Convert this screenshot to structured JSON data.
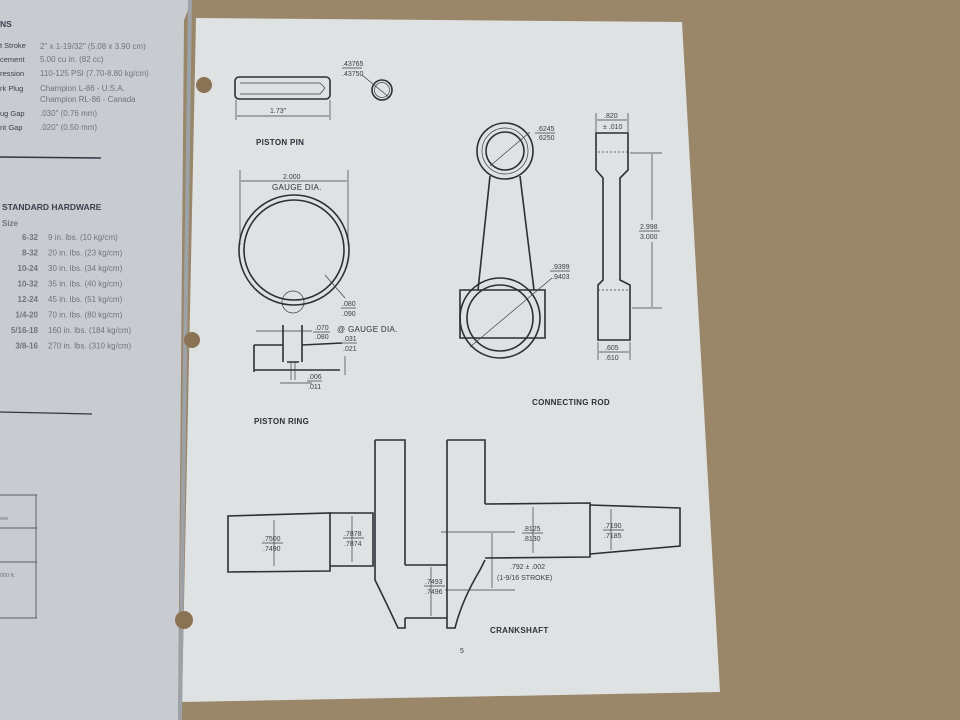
{
  "left_page": {
    "heading": "NS",
    "specs": [
      {
        "label": "t Stroke",
        "value": "2\" x 1-19/32\" (5.08 x 3.90 cm)"
      },
      {
        "label": "cement",
        "value": "5.00 cu in. (82 cc)"
      },
      {
        "label": "ression",
        "value": "110-125 PSI (7.70-8.80 kg/cm)"
      },
      {
        "label": "rk Plug",
        "value": "Champion L-86 - U.S.A.",
        "value2": "Champion RL-86 - Canada"
      },
      {
        "label": "ug Gap",
        "value": ".030\" (0.76 mm)"
      },
      {
        "label": "nt Gap",
        "value": ".020\" (0.50 mm)"
      }
    ],
    "hardware": {
      "title": "STANDARD HARDWARE",
      "size_header": "Size",
      "rows": [
        {
          "size": "6-32",
          "torque": "9 in. lbs. (10 kg/cm)"
        },
        {
          "size": "8-32",
          "torque": "20 in. lbs. (23 kg/cm)"
        },
        {
          "size": "10-24",
          "torque": "30 in. lbs. (34 kg/cm)"
        },
        {
          "size": "10-32",
          "torque": "35 in. lbs. (40 kg/cm)"
        },
        {
          "size": "12-24",
          "torque": "45 in. lbs. (51 kg/cm)"
        },
        {
          "size": "1/4-20",
          "torque": "70 in. lbs. (80 kg/cm)"
        },
        {
          "size": "5/16-18",
          "torque": "160 in. lbs. (184 kg/cm)"
        },
        {
          "size": "3/8-16",
          "torque": "270 in. lbs. (310 kg/cm)"
        }
      ]
    },
    "table_fragments": [
      "wer",
      "000 ft."
    ]
  },
  "right_page": {
    "piston_pin": {
      "caption": "PISTON PIN",
      "length": "1.73\"",
      "dia_max": ".43765",
      "dia_min": ".43750"
    },
    "piston_ring": {
      "caption": "PISTON RING",
      "gauge_value": "2.000",
      "gauge_label": "GAUGE DIA.",
      "gap_a": ".080",
      "gap_b": ".090",
      "end_gap_a": ".070",
      "end_gap_b": ".080",
      "end_gap_note": "@ GAUGE DIA.",
      "width_a": ".031",
      "width_b": ".021",
      "side_a": ".006",
      "side_b": ".011"
    },
    "connecting_rod": {
      "caption": "CONNECTING ROD",
      "small_end_a": ".6245",
      "small_end_b": ".6250",
      "big_end_a": ".9399",
      "big_end_b": ".9403",
      "top_width": ".820",
      "top_tol": "± .010",
      "length_a": "2.998",
      "length_b": "3.000",
      "bottom_a": ".605",
      "bottom_b": ".610"
    },
    "crankshaft": {
      "caption": "CRANKSHAFT",
      "d1_a": ".7500",
      "d1_b": ".7490",
      "d2_a": ".7878",
      "d2_b": ".7874",
      "d3_a": ".8125",
      "d3_b": ".8130",
      "d4_a": ".7190",
      "d4_b": ".7185",
      "pin_a": ".7493",
      "pin_b": ".7496",
      "throw": ".792 ± .002",
      "stroke": "(1-9/16 STROKE)"
    },
    "page_number": "5"
  }
}
